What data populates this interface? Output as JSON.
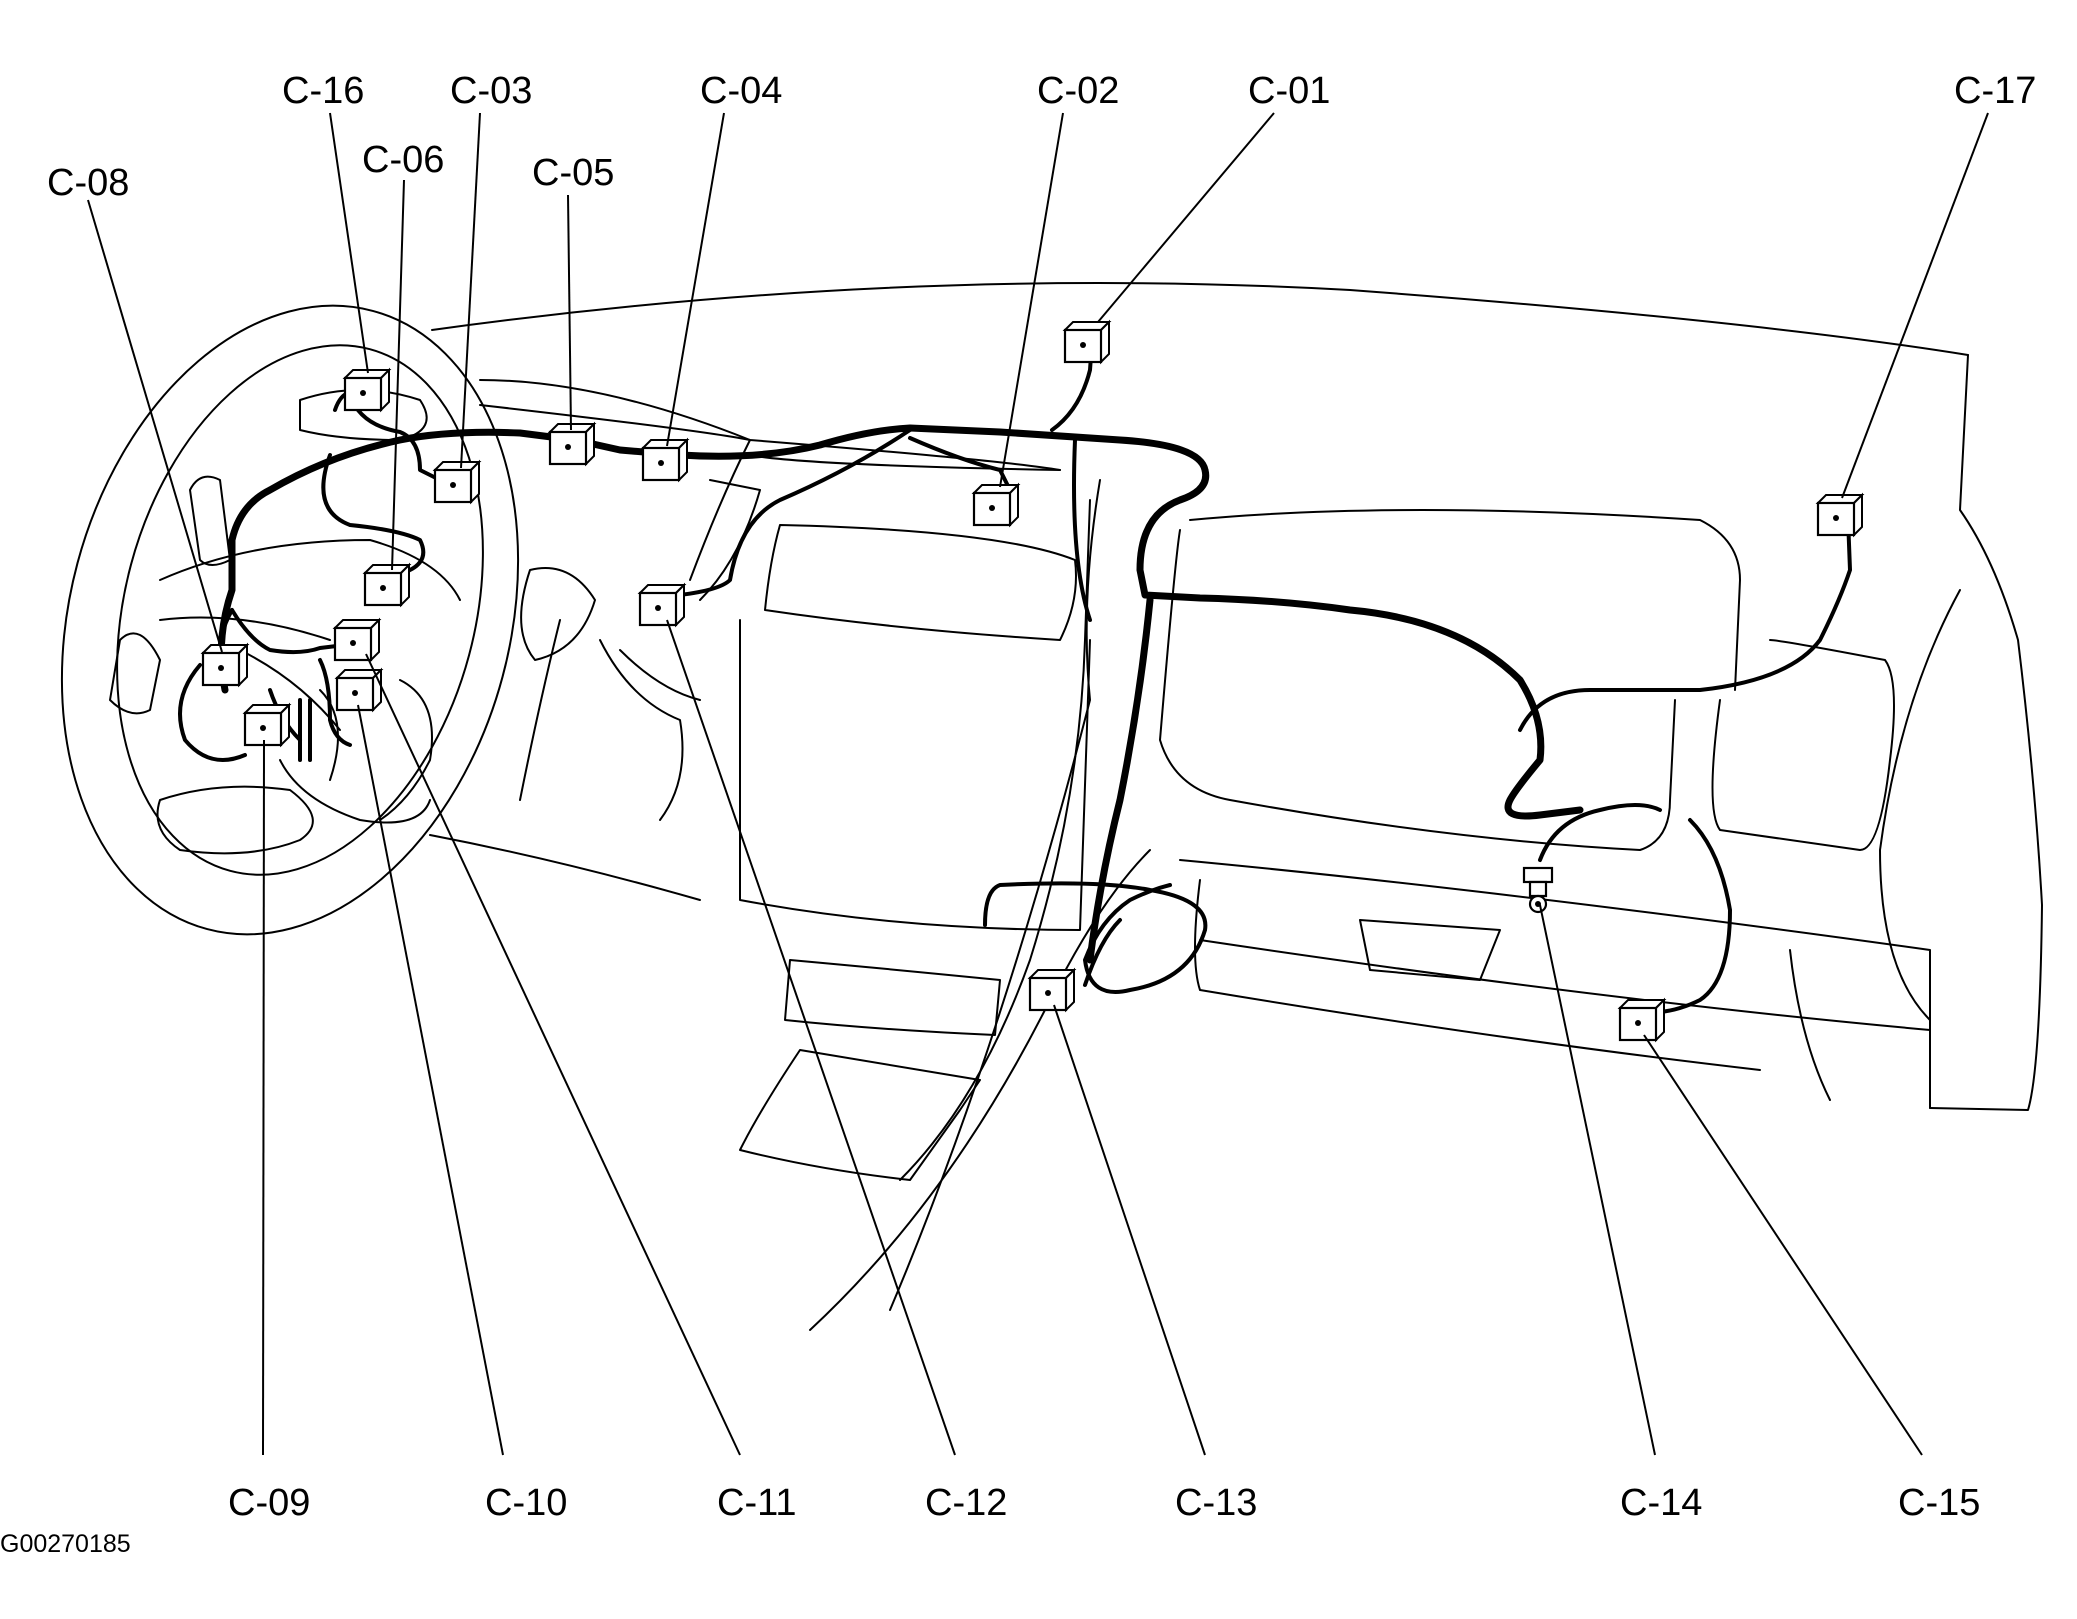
{
  "figure_id": "G00270185",
  "connectors": [
    {
      "id": "c01",
      "label": "C-01"
    },
    {
      "id": "c02",
      "label": "C-02"
    },
    {
      "id": "c03",
      "label": "C-03"
    },
    {
      "id": "c04",
      "label": "C-04"
    },
    {
      "id": "c05",
      "label": "C-05"
    },
    {
      "id": "c06",
      "label": "C-06"
    },
    {
      "id": "c08",
      "label": "C-08"
    },
    {
      "id": "c09",
      "label": "C-09"
    },
    {
      "id": "c10",
      "label": "C-10"
    },
    {
      "id": "c11",
      "label": "C-11"
    },
    {
      "id": "c12",
      "label": "C-12"
    },
    {
      "id": "c13",
      "label": "C-13"
    },
    {
      "id": "c14",
      "label": "C-14"
    },
    {
      "id": "c15",
      "label": "C-15"
    },
    {
      "id": "c16",
      "label": "C-16"
    },
    {
      "id": "c17",
      "label": "C-17"
    }
  ]
}
